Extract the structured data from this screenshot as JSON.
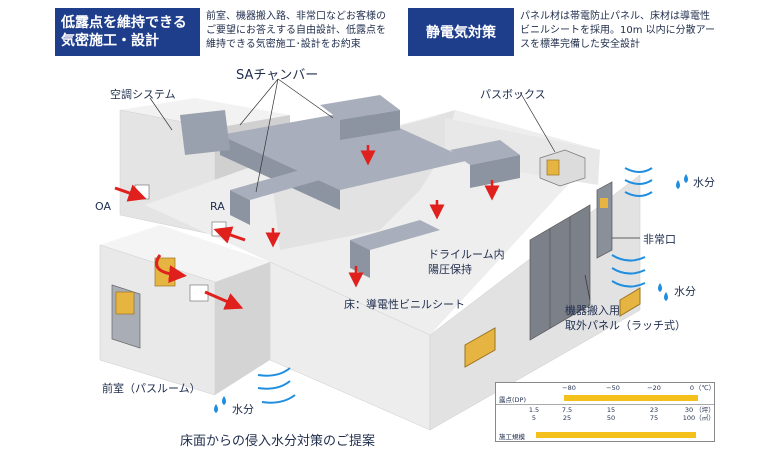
{
  "header_left": {
    "title_line1": "低露点を維持できる",
    "title_line2": "気密施工・設計",
    "desc_lines": [
      "前室、機器搬入路、非常口などお客様の",
      "ご要望にお答えする自由設計、低露点を",
      "維持できる気密施工･設計をお約束"
    ]
  },
  "header_right": {
    "title": "静電気対策",
    "desc_lines": [
      "パネル材は帯電防止パネル、床材は導電性",
      "ビニルシートを採用。10m 以内に分散アー",
      "スを標準完備した安全設計"
    ]
  },
  "labels": {
    "sa_chamber": "SAチャンバー",
    "air_system": "空調システム",
    "pass_box": "パスボックス",
    "oa": "OA",
    "ra": "RA",
    "dry_room": "ドライルーム内",
    "positive_pressure": "陽圧保持",
    "emergency_exit": "非常口",
    "floor": "床：導電性ビニルシート",
    "equipment_panel_1": "機器搬入用",
    "equipment_panel_2": "取外パネル（ラッチ式）",
    "anteroom": "前室（パスルーム）",
    "moisture_top": "水分",
    "moisture_mid": "水分",
    "moisture_bottom": "水分",
    "caption": "床面からの侵入水分対策のご提案"
  },
  "scale": {
    "row1_label": "露点(DP)",
    "row1_ticks": [
      "−80",
      "−50",
      "−20",
      "0"
    ],
    "row1_unit": "（℃）",
    "row2_label": "施工規模",
    "row2_ticks_top": [
      "1.5",
      "7.5",
      "15",
      "23",
      "30"
    ],
    "row2_ticks_bottom": [
      "5",
      "25",
      "50",
      "75",
      "100"
    ],
    "row2_unit_top": "（坪）",
    "row2_unit_bottom": "（㎡）"
  },
  "colors": {
    "navy": "#1e3e8c",
    "arrow_red": "#e0201c",
    "water_blue": "#1f8ee0",
    "wall_light": "#eeeeee",
    "wall_side": "#d6d6d6",
    "duct": "#9fa7b4",
    "bar_yellow": "#f3c01c",
    "window_gold": "#e6b441"
  }
}
